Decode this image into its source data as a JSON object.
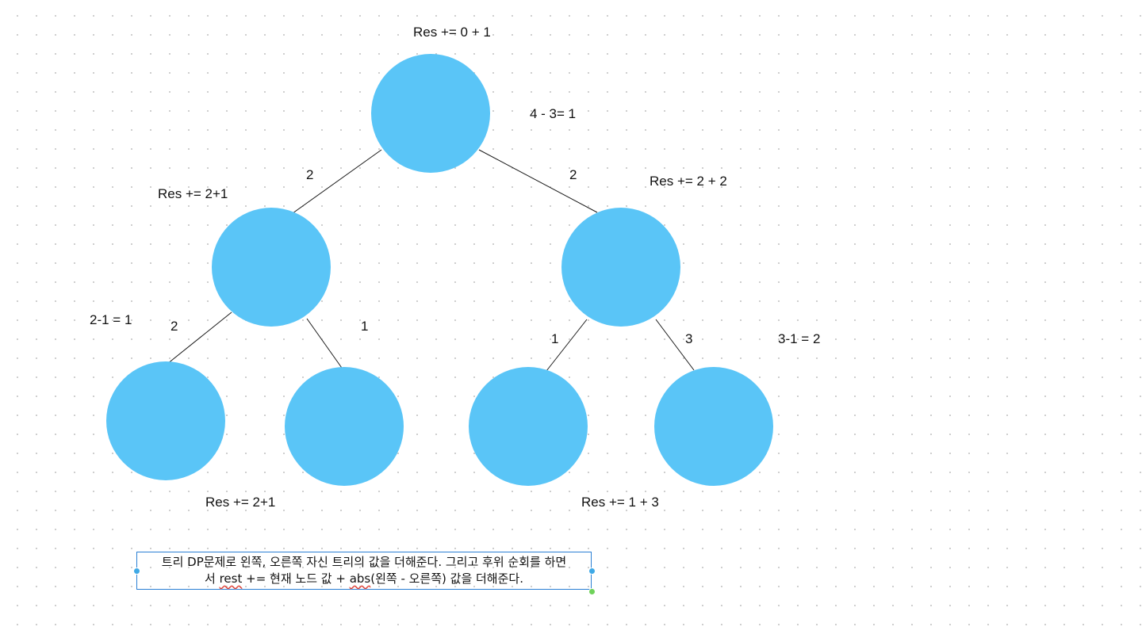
{
  "tree": {
    "nodes": [
      "root",
      "left",
      "right",
      "left-left",
      "left-right",
      "right-left",
      "right-right"
    ],
    "edges": [
      {
        "from": "root",
        "to": "left",
        "label": "2"
      },
      {
        "from": "root",
        "to": "right",
        "label": "2"
      },
      {
        "from": "left",
        "to": "left-left",
        "label": "2"
      },
      {
        "from": "left",
        "to": "left-right",
        "label": "1"
      },
      {
        "from": "right",
        "to": "right-left",
        "label": "1"
      },
      {
        "from": "right",
        "to": "right-right",
        "label": "3"
      }
    ],
    "node_color": "#5ac5f7",
    "edge_color": "#1a1a1a"
  },
  "annotations": {
    "root_res": "Res += 0 + 1",
    "root_diff": "4 - 3= 1",
    "left_res": "Res += 2+1",
    "right_res": "Res += 2 + 2",
    "left_diff": "2-1 = 1",
    "right_diff": "3-1 = 2",
    "left_leaves_res": "Res += 2+1",
    "right_leaves_res": "Res += 1 + 3"
  },
  "note": {
    "line1": "트리 DP문제로 왼쪽, 오른쪽 자신 트리의 값을 더해준다. 그리고 후위 순회를 하면",
    "line2_prefix": "서 ",
    "line2_rest": "rest",
    "line2_mid": " += 현재 노드 값 + ",
    "line2_abs": "abs",
    "line2_suffix": "(왼쪽 - 오른쪽) 값을 더해준다.",
    "border_color": "#2a7fd4"
  }
}
